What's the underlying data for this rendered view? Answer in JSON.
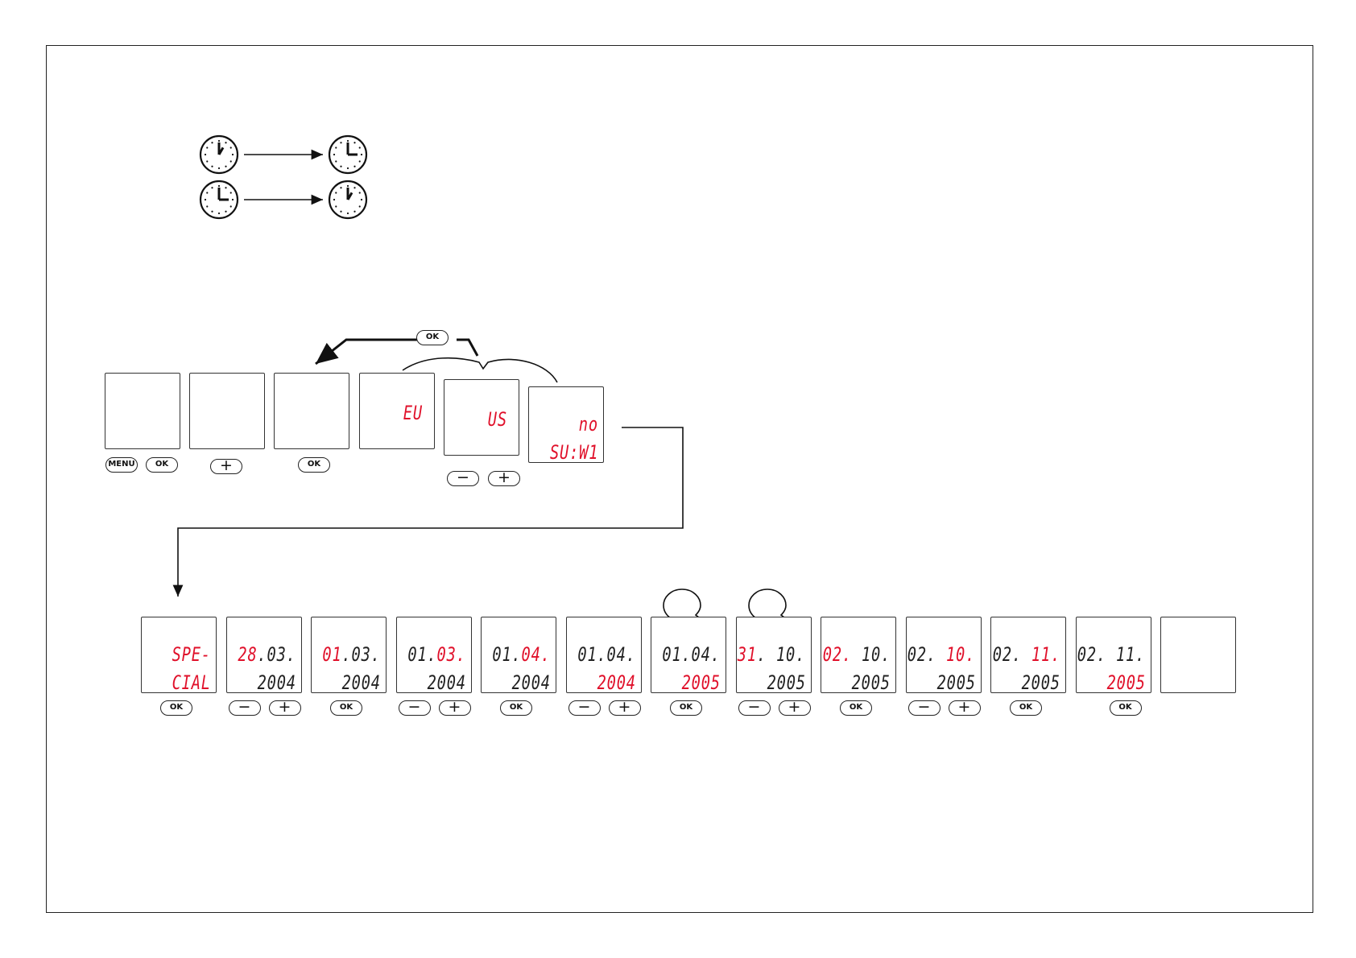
{
  "row1": {
    "displays": [
      {
        "segments": []
      },
      {
        "segments": []
      },
      {
        "segments": []
      },
      {
        "single": [
          {
            "text": "EU",
            "hl": true
          }
        ]
      },
      {
        "single": [
          {
            "text": "US",
            "hl": true
          }
        ]
      },
      {
        "line1": [
          {
            "text": "no",
            "hl": true
          }
        ],
        "line2": [
          {
            "text": "SU:W1",
            "hl": true
          }
        ]
      }
    ],
    "buttons": [
      [
        "MENU",
        "OK"
      ],
      [
        "+"
      ],
      [
        "OK"
      ],
      [],
      [
        "−",
        "+"
      ],
      []
    ],
    "bracket_button": "OK"
  },
  "row2": {
    "displays": [
      {
        "line1": [
          {
            "text": "SPE-",
            "hl": true
          }
        ],
        "line2": [
          {
            "text": "CIAL",
            "hl": true
          }
        ]
      },
      {
        "line1": [
          {
            "text": "28",
            "hl": true
          },
          {
            "text": ".03.",
            "hl": false
          }
        ],
        "line2": [
          {
            "text": "2004",
            "hl": false
          }
        ]
      },
      {
        "line1": [
          {
            "text": "01",
            "hl": true
          },
          {
            "text": ".03.",
            "hl": false
          }
        ],
        "line2": [
          {
            "text": "2004",
            "hl": false
          }
        ]
      },
      {
        "line1": [
          {
            "text": "01.",
            "hl": false
          },
          {
            "text": "03.",
            "hl": true
          }
        ],
        "line2": [
          {
            "text": "2004",
            "hl": false
          }
        ]
      },
      {
        "line1": [
          {
            "text": "01.",
            "hl": false
          },
          {
            "text": "04.",
            "hl": true
          }
        ],
        "line2": [
          {
            "text": "2004",
            "hl": false
          }
        ]
      },
      {
        "line1": [
          {
            "text": "01.04.",
            "hl": false
          }
        ],
        "line2": [
          {
            "text": "2004",
            "hl": true
          }
        ]
      },
      {
        "line1": [
          {
            "text": "01.04.",
            "hl": false
          }
        ],
        "line2": [
          {
            "text": "2005",
            "hl": true
          }
        ],
        "bubble": true
      },
      {
        "line1": [
          {
            "text": "31",
            "hl": true
          },
          {
            "text": ". 10.",
            "hl": false
          }
        ],
        "line2": [
          {
            "text": "2005",
            "hl": false
          }
        ],
        "bubble": true
      },
      {
        "line1": [
          {
            "text": "02.",
            "hl": true
          },
          {
            "text": " 10.",
            "hl": false
          }
        ],
        "line2": [
          {
            "text": "2005",
            "hl": false
          }
        ]
      },
      {
        "line1": [
          {
            "text": "02. ",
            "hl": false
          },
          {
            "text": "10.",
            "hl": true
          }
        ],
        "line2": [
          {
            "text": "2005",
            "hl": false
          }
        ]
      },
      {
        "line1": [
          {
            "text": "02. ",
            "hl": false
          },
          {
            "text": "11.",
            "hl": true
          }
        ],
        "line2": [
          {
            "text": "2005",
            "hl": false
          }
        ]
      },
      {
        "line1": [
          {
            "text": "02. 11.",
            "hl": false
          }
        ],
        "line2": [
          {
            "text": "2005",
            "hl": true
          }
        ]
      },
      {
        "segments": []
      }
    ],
    "buttons": [
      [
        "OK"
      ],
      [
        "−",
        "+"
      ],
      [
        "OK"
      ],
      [
        "−",
        "+"
      ],
      [
        "OK"
      ],
      [
        "−",
        "+"
      ],
      [
        "OK"
      ],
      [
        "−",
        "+"
      ],
      [
        "OK"
      ],
      [
        "−",
        "+"
      ],
      [
        "OK"
      ],
      [
        "OK"
      ],
      []
    ]
  },
  "colors": {
    "highlight": "#e0102a",
    "segment": "#222222",
    "line": "#111111"
  },
  "icons": [
    "clock-icon-12-to-1",
    "clock-icon-3-to-4"
  ]
}
